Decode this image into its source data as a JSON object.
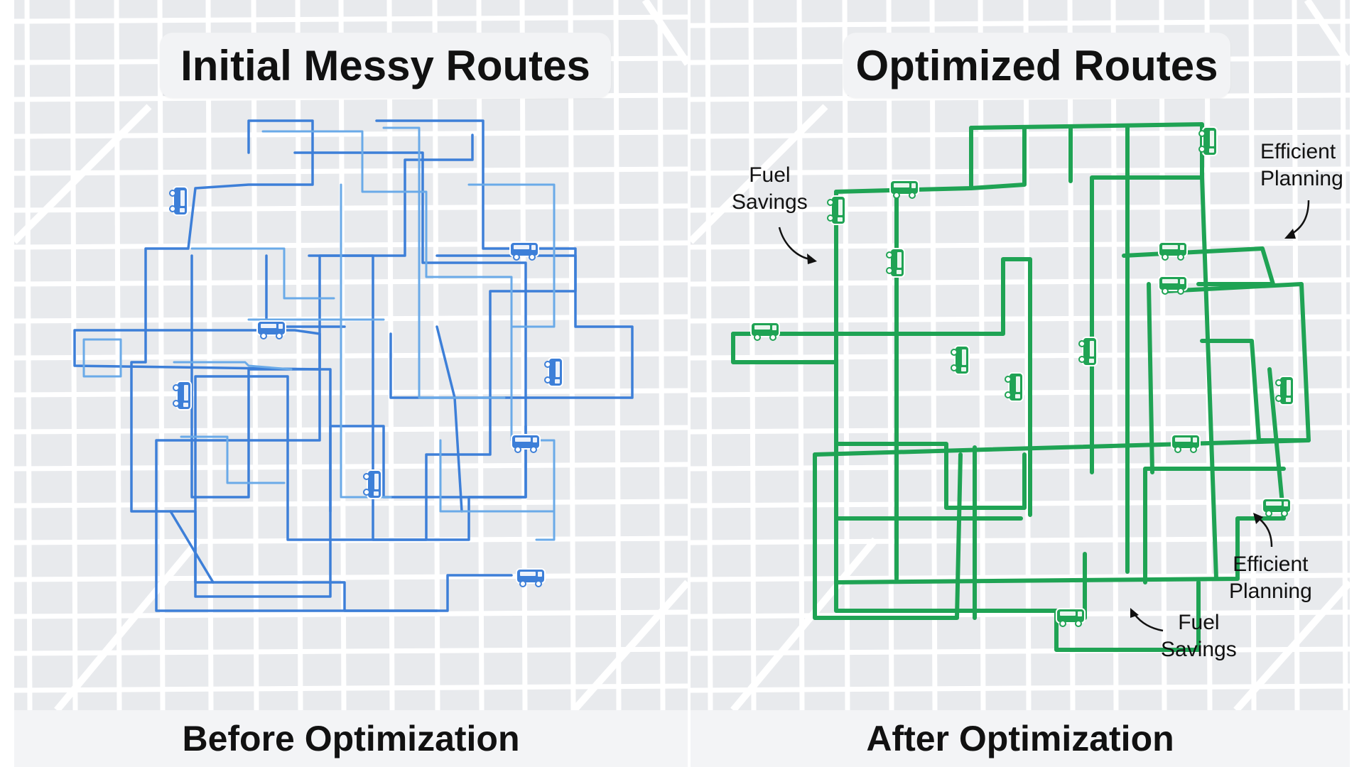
{
  "panels": {
    "before": {
      "title": "Initial Messy Routes",
      "footer": "Before Optimization",
      "route_color": "#3d7fd8",
      "route_color_light": "#6aaae8"
    },
    "after": {
      "title": "Optimized Routes",
      "footer": "After Optimization",
      "route_color": "#1fa354",
      "annotations": [
        {
          "line1": "Fuel",
          "line2": "Savings"
        },
        {
          "line1": "Efficient",
          "line2": "Planning"
        },
        {
          "line1": "Efficient",
          "line2": "Planning"
        },
        {
          "line1": "Fuel",
          "line2": "Savings"
        }
      ]
    }
  },
  "colors": {
    "map_background": "#e8eaed",
    "street": "#ffffff",
    "label_background": "#f2f3f5"
  },
  "icons": {
    "vehicle": "van-icon"
  }
}
